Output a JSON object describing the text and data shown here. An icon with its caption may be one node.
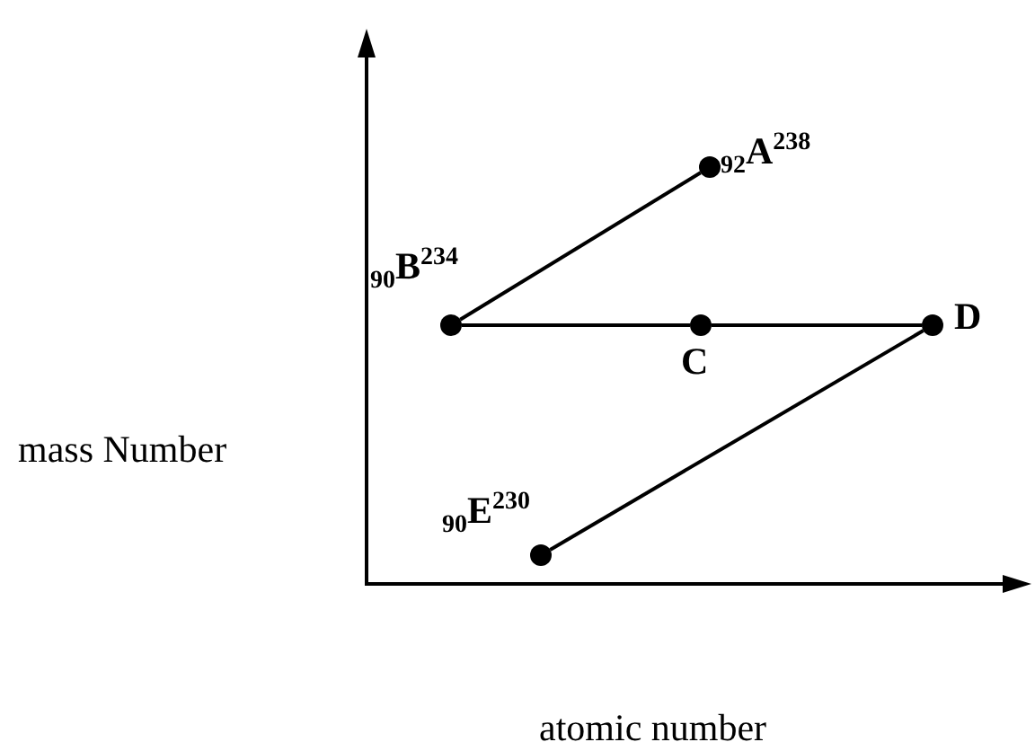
{
  "diagram": {
    "nodes": [
      {
        "text": [
          "$_{92}$A$^{238}$"
        ]
      },
      {
        "text": [
          "$_{90}$B$^{234}$"
        ]
      },
      {
        "text": [
          "C"
        ]
      },
      {
        "text": [
          "D"
        ]
      },
      {
        "text": [
          "$_{90}$E$^{230}$"
        ]
      }
    ],
    "edges": [
      {
        "from": 0,
        "to": 1,
        "arrow": "none"
      },
      {
        "from": 1,
        "to": 2,
        "arrow": "none"
      },
      {
        "from": 2,
        "to": 3,
        "arrow": "none"
      },
      {
        "from": 3,
        "to": 4,
        "arrow": "none"
      }
    ],
    "labels": [
      "mass Number",
      "atomic number"
    ]
  }
}
